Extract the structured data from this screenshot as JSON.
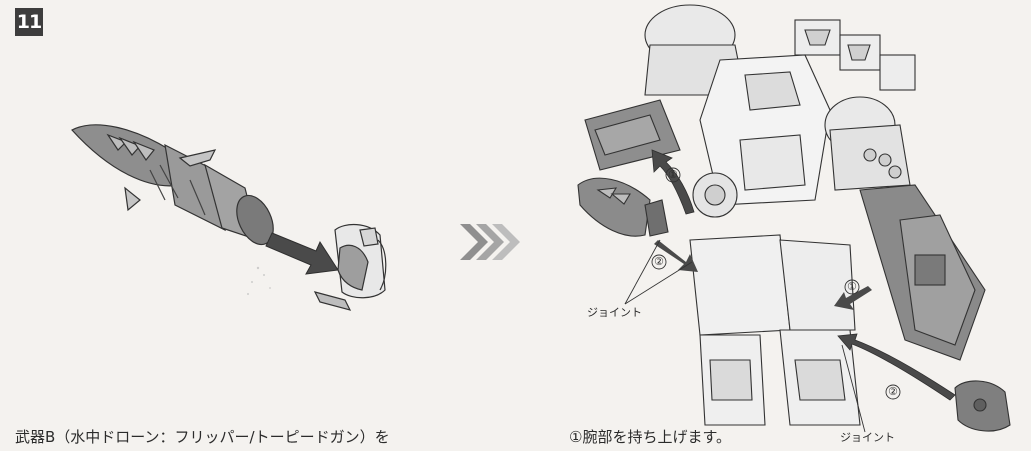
{
  "step": {
    "number": "11"
  },
  "left_panel": {
    "caption": "武器B（水中ドローン：フリッパー/トーピードガン）を"
  },
  "right_panel": {
    "caption": "①腕部を持ち上げます。",
    "joint_label_left": "ジョイント",
    "joint_label_bottom": "ジョイント",
    "markers": [
      "①",
      "②",
      "①",
      "②"
    ]
  },
  "icons": {
    "transition": "triple-chevron-right-icon",
    "insert_arrow": "insert-arrow-icon",
    "raise_arrow": "curved-up-arrow-icon",
    "attach_arrow": "curved-arrow-icon"
  },
  "colors": {
    "background": "#f4f2ef",
    "line_art": "#3a3a3a",
    "part_fill": "#9a9a9a",
    "arrow_fill": "#4a4a4a",
    "transition_chevrons": "#8f8f8f",
    "badge": "#3d3d3d"
  }
}
